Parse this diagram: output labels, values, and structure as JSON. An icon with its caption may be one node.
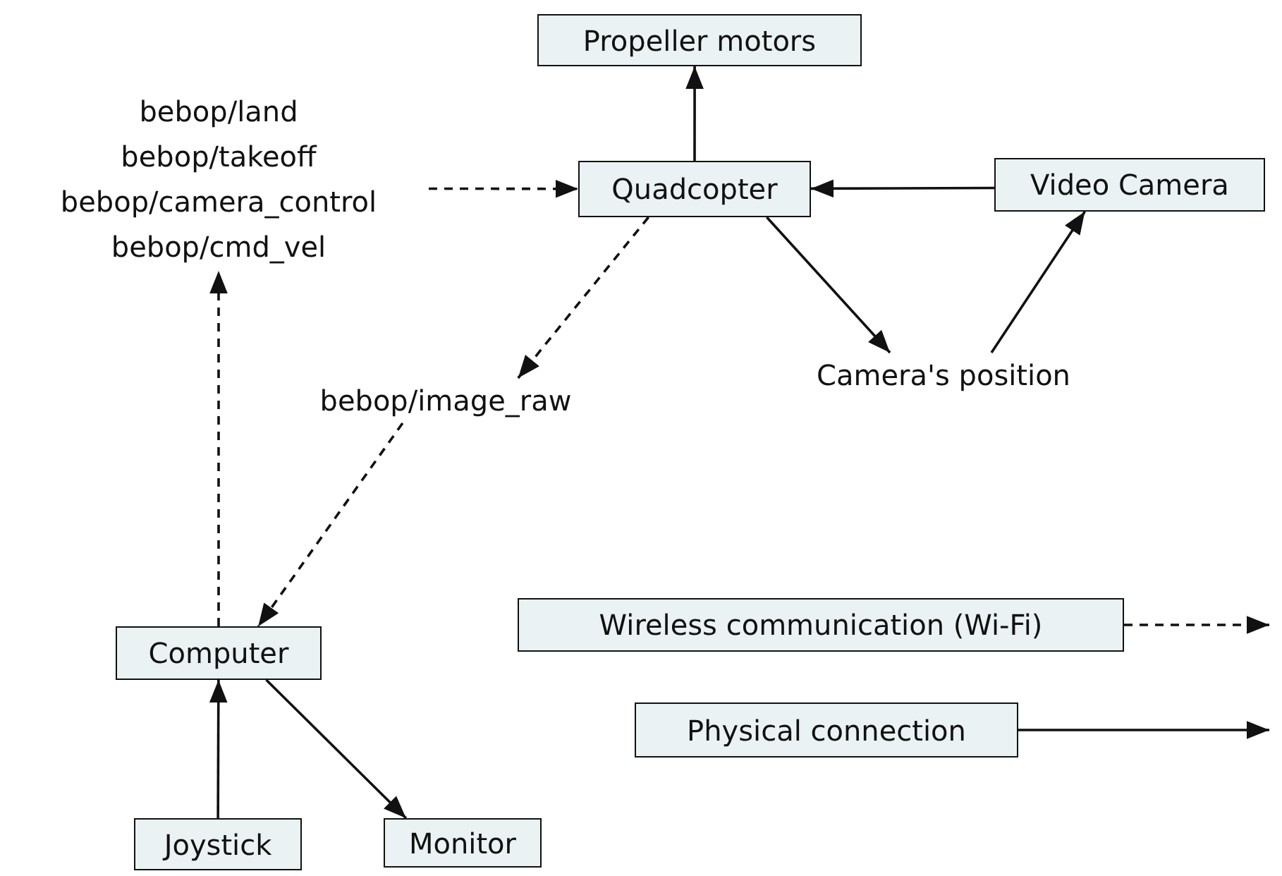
{
  "diagram": {
    "nodes": [
      {
        "text": [
          "Propeller motors"
        ]
      },
      {
        "text": [
          "Quadcopter"
        ]
      },
      {
        "text": [
          "Video Camera"
        ]
      },
      {
        "text": [
          "bebop/land",
          "bebop/takeoff",
          "bebop/camera_control",
          "bebop/cmd_vel"
        ]
      },
      {
        "text": [
          "Camera's position"
        ]
      },
      {
        "text": [
          "bebop/image_raw"
        ]
      },
      {
        "text": [
          "Computer"
        ]
      },
      {
        "text": [
          "Joystick"
        ]
      },
      {
        "text": [
          "Monitor"
        ]
      }
    ],
    "edges": [
      {
        "from": 1,
        "to": 0,
        "arrow": "to"
      },
      {
        "from": 2,
        "to": 1,
        "arrow": "to"
      },
      {
        "from": 3,
        "to": 1,
        "arrow": "to",
        "style": "dashed"
      },
      {
        "from": 6,
        "to": 3,
        "arrow": "to",
        "style": "dashed"
      },
      {
        "from": 1,
        "to": 5,
        "arrow": "to",
        "style": "dashed"
      },
      {
        "from": 5,
        "to": 6,
        "arrow": "to",
        "style": "dashed"
      },
      {
        "from": 1,
        "to": 4,
        "arrow": "to"
      },
      {
        "from": 4,
        "to": 2,
        "arrow": "to"
      },
      {
        "from": 7,
        "to": 6,
        "arrow": "to"
      },
      {
        "from": 6,
        "to": 8,
        "arrow": "to"
      }
    ],
    "legend": [
      {
        "text": "Wireless communication (Wi-Fi)"
      },
      {
        "text": "Physical connection"
      }
    ]
  }
}
